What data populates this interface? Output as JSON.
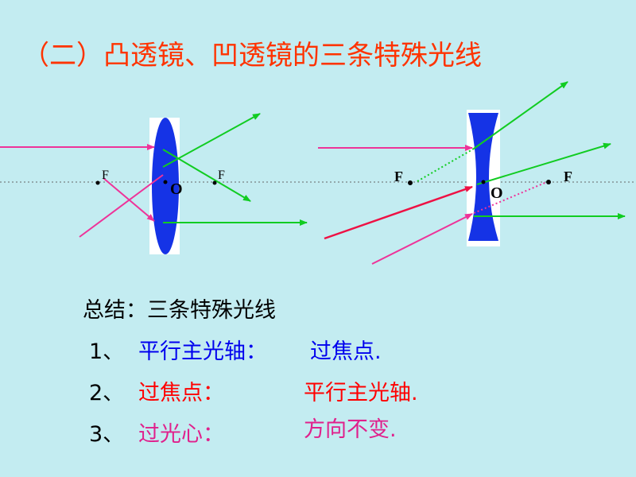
{
  "slide": {
    "title": "（二）凸透镜、凹透镜的三条特殊光线",
    "colors": {
      "background": "#c3ecf1",
      "title": "#ff3300",
      "lens": "#1533e6",
      "green_ray": "#11cc22",
      "pink_ray": "#ee3399",
      "red_ray": "#ee1144"
    }
  },
  "convex": {
    "focus_left": "F",
    "focus_right": "F",
    "center": "O"
  },
  "concave": {
    "focus_left": "F",
    "focus_right": "F",
    "center": "O"
  },
  "summary": {
    "heading": "总结：三条特殊光线",
    "rows": [
      {
        "num": "1、",
        "cond": "平行主光轴：",
        "result": "过焦点."
      },
      {
        "num": "2、",
        "cond": "过焦点：",
        "result": "平行主光轴."
      },
      {
        "num": "3、",
        "cond": "过光心：",
        "result": "方向不变."
      }
    ]
  }
}
